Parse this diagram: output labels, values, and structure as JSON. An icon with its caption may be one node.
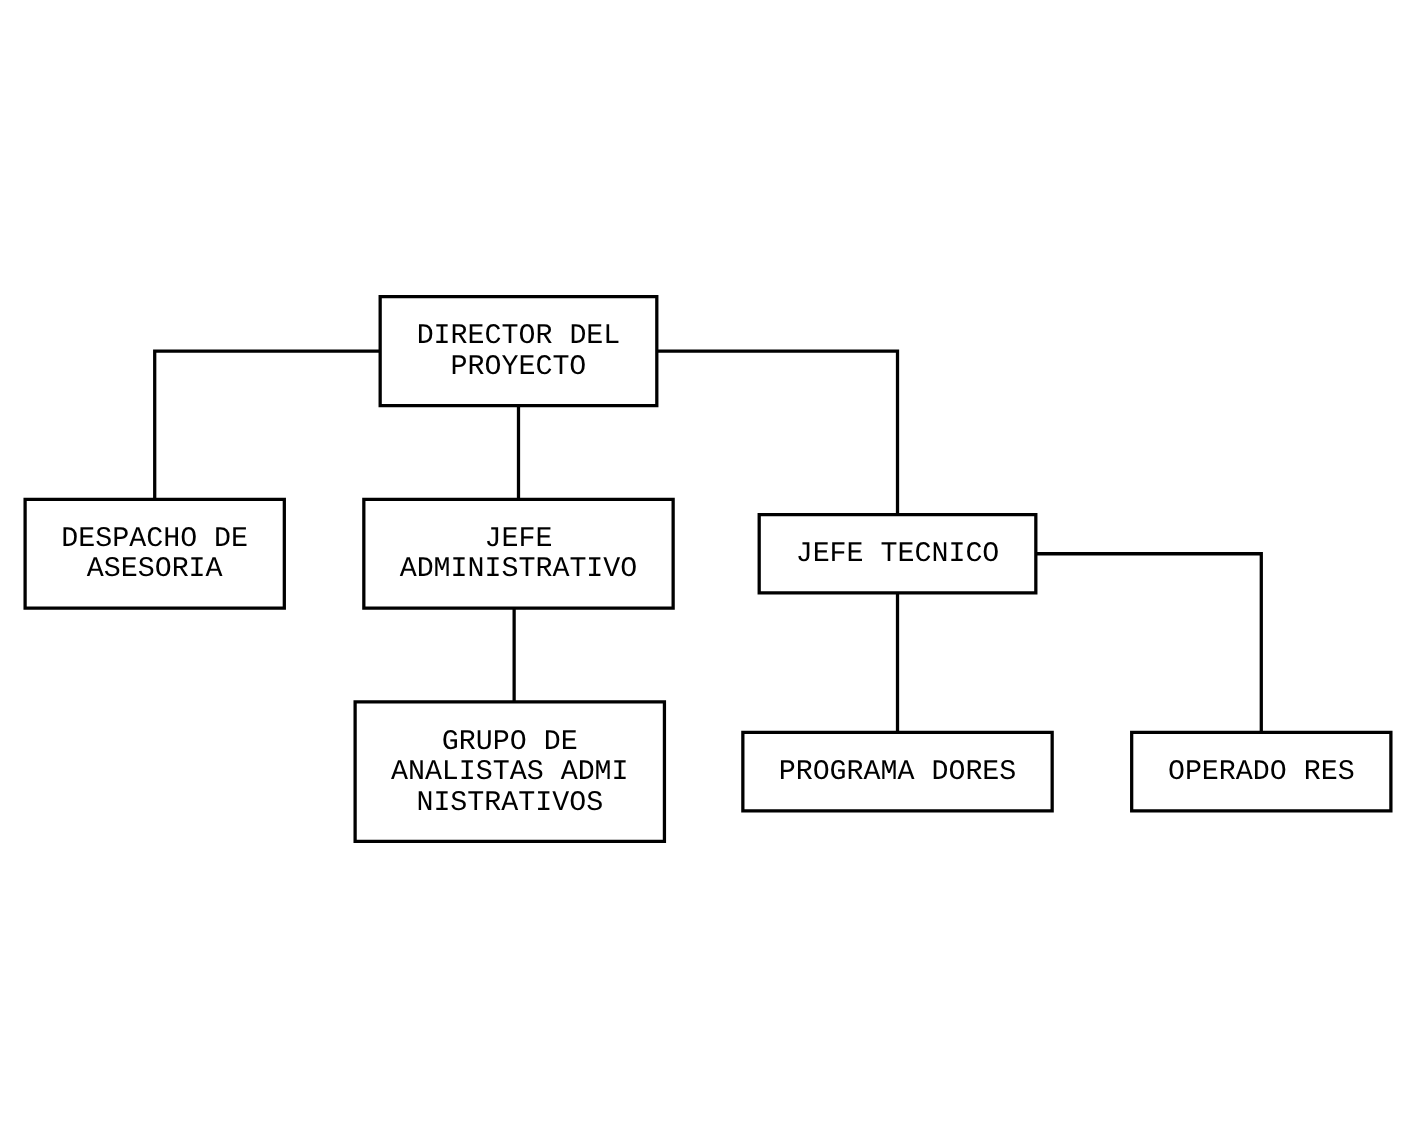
{
  "diagram": {
    "nodes": [
      {
        "text": [
          "DIRECTOR DEL PROYECTO"
        ]
      },
      {
        "text": [
          "DESPACHO DE ASESORIA"
        ]
      },
      {
        "text": [
          "JEFE ADMINISTRATIVO"
        ]
      },
      {
        "text": [
          "JEFE TECNICO"
        ]
      },
      {
        "text": [
          "GRUPO DE ANALISTAS ADMINISTRATIVOS"
        ]
      },
      {
        "text": [
          "PROGRAMA DORES"
        ]
      },
      {
        "text": [
          "OPERADO RES"
        ]
      }
    ],
    "edges": [
      {
        "from": 0,
        "to": 1,
        "arrow": "none"
      },
      {
        "from": 0,
        "to": 2,
        "arrow": "none"
      },
      {
        "from": 0,
        "to": 3,
        "arrow": "none"
      },
      {
        "from": 2,
        "to": 4,
        "arrow": "none"
      },
      {
        "from": 3,
        "to": 5,
        "arrow": "none"
      },
      {
        "from": 3,
        "to": 6,
        "arrow": "none"
      }
    ]
  }
}
